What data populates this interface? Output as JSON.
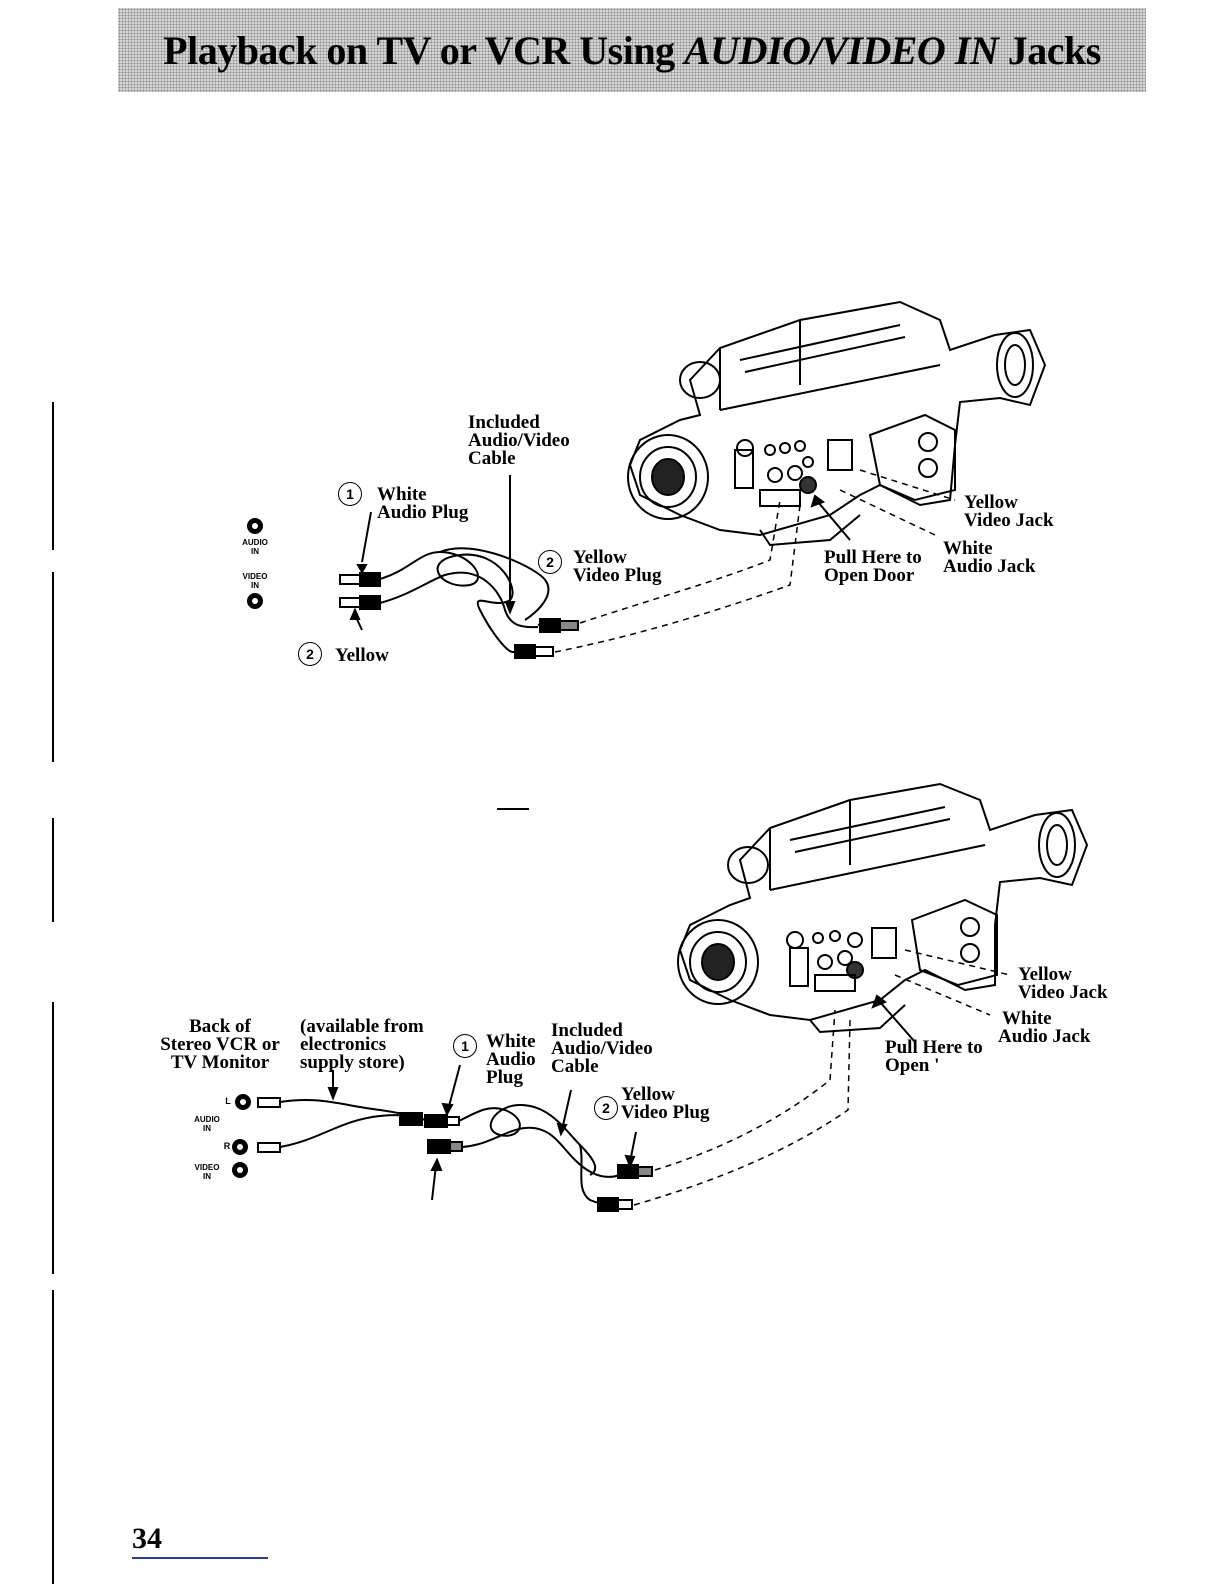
{
  "header": {
    "title_prefix": "Playback on TV or VCR Using ",
    "title_italic": "AUDIO/VIDEO IN",
    "title_suffix": " Jacks"
  },
  "figure1": {
    "cable_label": [
      "Included",
      "Audio/Video",
      "Cable"
    ],
    "step1_number": "1",
    "step1_label": [
      "White",
      "Audio Plug"
    ],
    "step2_number": "2",
    "step2_label": [
      "Yellow",
      "Video Plug"
    ],
    "step2b_number": "2",
    "step2b_label": "Yellow",
    "jack_audio_label": [
      "AUDIO",
      "IN"
    ],
    "jack_video_label": [
      "VIDEO",
      "IN"
    ],
    "pull_label": [
      "Pull Here to",
      "Open Door"
    ],
    "yellow_jack_label": [
      "Yellow",
      "Video Jack"
    ],
    "white_jack_label": [
      "White",
      "Audio Jack"
    ]
  },
  "figure2": {
    "back_label": [
      "Back of",
      "Stereo VCR or",
      "TV Monitor"
    ],
    "available_label": [
      "(available from",
      "electronics",
      "supply store)"
    ],
    "step1_number": "1",
    "white_plug_label": [
      "White",
      "Audio",
      "Plug"
    ],
    "cable_label": [
      "Included",
      "Audio/Video",
      "Cable"
    ],
    "step2_number": "2",
    "yellow_plug_label": [
      "Yellow",
      "Video Plug"
    ],
    "jack_l_label": "L",
    "jack_r_label": "R",
    "jack_audio_label": [
      "AUDIO",
      "IN"
    ],
    "jack_video_label": [
      "VIDEO",
      "IN"
    ],
    "pull_label": [
      "Pull Here to",
      "Open '"
    ],
    "yellow_jack_label": [
      "Yellow",
      "Video Jack"
    ],
    "white_jack_label": [
      "White",
      "Audio Jack"
    ]
  },
  "footer": {
    "page_number": "34"
  },
  "colors": {
    "title_bar": "#d4d4d4",
    "page_rule": "#2b3c8c"
  }
}
